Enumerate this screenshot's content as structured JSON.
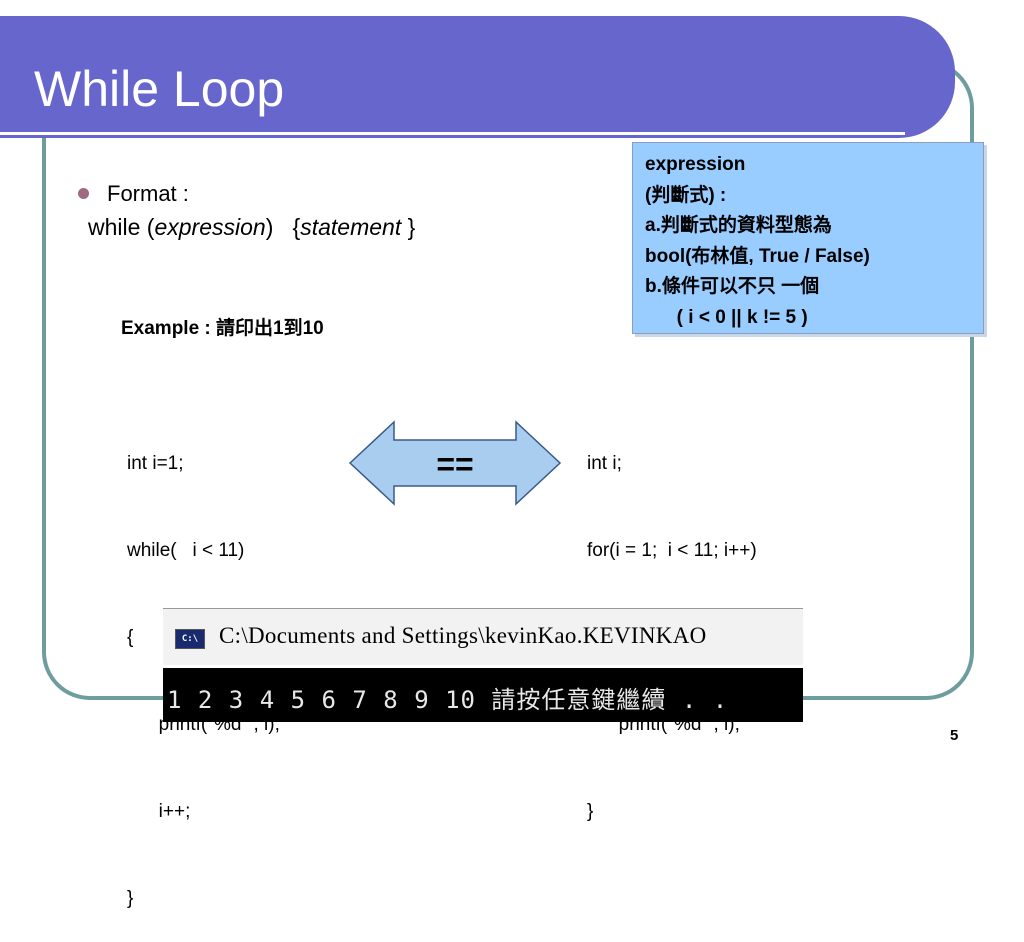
{
  "slide": {
    "title": "While Loop",
    "bullet": "Format :",
    "syntax": {
      "kw": "while (",
      "expr": "expression",
      "close": ")   {",
      "stmt": "statement",
      "end": " }"
    },
    "example": "Example : 請印出1到10",
    "code_left": [
      "int i=1;",
      "while(   i < 11)",
      "{",
      "      printf(\"%d \", i);",
      "      i++;",
      "}"
    ],
    "code_right": [
      "int i;",
      "for(i = 1;  i < 11; i++)",
      "{",
      "      printf(\"%d \", i);",
      "}"
    ],
    "equals": "==",
    "callout": [
      "expression",
      "(判斷式) :",
      "a.判斷式的資料型態為",
      "bool(布林值, True / False)",
      "b.條件可以不只 一個",
      "      ( i < 0 || k != 5 )"
    ],
    "console": {
      "icon_text": "C:\\",
      "path": "C:\\Documents and Settings\\kevinKao.KEVINKAO",
      "output": "1 2 3 4 5 6 7 8 9 10 請按任意鍵繼續 . ."
    },
    "page_number": "5"
  },
  "colors": {
    "title_bar": "#6666cc",
    "frame": "#6e9da0",
    "callout_bg": "#99ccff",
    "arrow_fill": "#a9cdee"
  }
}
